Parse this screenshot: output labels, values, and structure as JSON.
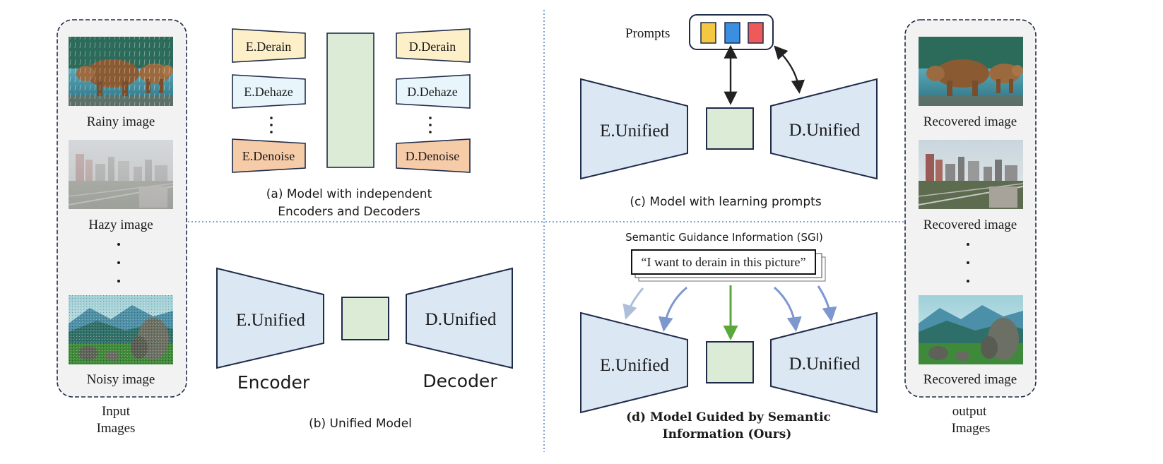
{
  "input_panel": {
    "images": [
      {
        "caption": "Rainy image",
        "icon": "rainy-bear-photo"
      },
      {
        "caption": "Hazy image",
        "icon": "hazy-city-photo"
      },
      {
        "caption": "Noisy image",
        "icon": "noisy-mountain-photo"
      }
    ],
    "ellipsis": "⋮",
    "label_line1": "Input",
    "label_line2": "Images"
  },
  "output_panel": {
    "images": [
      {
        "caption": "Recovered image",
        "icon": "clear-bear-photo"
      },
      {
        "caption": "Recovered image",
        "icon": "clear-city-photo"
      },
      {
        "caption": "Recovered image",
        "icon": "clean-mountain-photo"
      }
    ],
    "ellipsis": "⋮",
    "label_line1": "output",
    "label_line2": "Images"
  },
  "panel_a": {
    "encoders": [
      {
        "label": "E.Derain",
        "color": "#fdf0c8"
      },
      {
        "label": "E.Dehaze",
        "color": "#e8f6fb"
      },
      {
        "label": "E.Denoise",
        "color": "#f6cba8"
      }
    ],
    "decoders": [
      {
        "label": "D.Derain",
        "color": "#fdf0c8"
      },
      {
        "label": "D.Dehaze",
        "color": "#e8f6fb"
      },
      {
        "label": "D.Denoise",
        "color": "#f6cba8"
      }
    ],
    "ellipsis": "⋮",
    "caption_line1": "(a) Model with independent",
    "caption_line2": "Encoders and Decoders"
  },
  "panel_b": {
    "encoder_label": "E.Unified",
    "decoder_label": "D.Unified",
    "encoder_caption": "Encoder",
    "decoder_caption": "Decoder",
    "caption": "(b) Unified Model"
  },
  "panel_c": {
    "prompts_label": "Prompts",
    "prompt_colors": [
      "#f5c842",
      "#3a8fe0",
      "#ee5a5a"
    ],
    "encoder_label": "E.Unified",
    "decoder_label": "D.Unified",
    "caption": "(c) Model with learning prompts"
  },
  "panel_d": {
    "sgi_title": "Semantic Guidance Information (SGI)",
    "sgi_text": "“I want to derain in this picture”",
    "encoder_label": "E.Unified",
    "decoder_label": "D.Unified",
    "caption_line1": "(d) Model Guided by Semantic",
    "caption_line2": "Information (Ours)"
  },
  "colors": {
    "encoder_fill": "#dbe7f3",
    "latent_fill": "#dcebd6",
    "outline": "#1f2b4a",
    "divider": "#3a6fb5",
    "guidance_green": "#5aa83a"
  }
}
